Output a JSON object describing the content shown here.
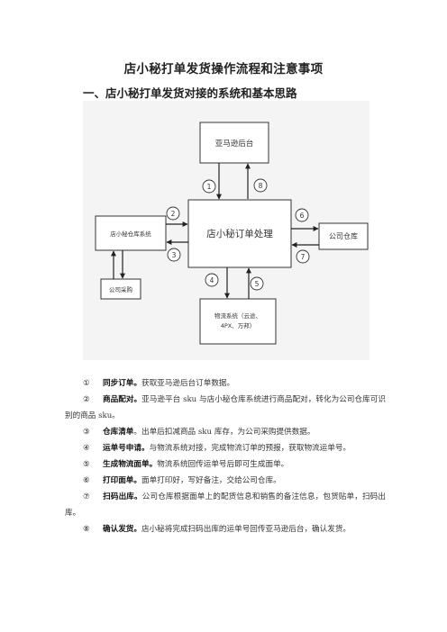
{
  "doc": {
    "title": "店小秘打单发货操作流程和注意事项",
    "section_heading": "一、店小秘打单发货对接的系统和基本思路"
  },
  "diagram": {
    "nodes": {
      "amazon": "亚马逊后台",
      "dxm": "店小秘订单处理",
      "warehouse_sys": "店小秘仓库系统",
      "company_warehouse": "公司仓库",
      "purchase": "公司采购",
      "logistics_line1": "物流系统（云途、",
      "logistics_line2": "4PX、万邦）"
    },
    "markers": [
      "1",
      "2",
      "3",
      "4",
      "5",
      "6",
      "7",
      "8"
    ]
  },
  "steps": [
    {
      "num": "①",
      "title": "同步订单。",
      "desc": "获取亚马逊后台订单数据。"
    },
    {
      "num": "②",
      "title": "商品配对。",
      "desc": "亚马逊平台 sku 与店小秘仓库系统进行商品配对，转化为公司仓库可识别的商品 sku。"
    },
    {
      "num": "③",
      "title": "仓库清单",
      "desc": "。出单后扣减商品 sku 库存，为公司采购提供数据。"
    },
    {
      "num": "④",
      "title": "运单号申请。",
      "desc": "与物流系统对接，完成物流订单的预报，获取物流运单号。"
    },
    {
      "num": "⑤",
      "title": "生成物流面单。",
      "desc": "物流系统回传运单号后即可生成面单。"
    },
    {
      "num": "⑥",
      "title": "打印面单。",
      "desc": "面单打印好，写好备注，交给公司仓库。"
    },
    {
      "num": "⑦",
      "title": "扫码出库。",
      "desc": "公司仓库根据面单上的配货信息和销售的备注信息，包货贴单，扫码出库。"
    },
    {
      "num": "⑧",
      "title": "确认发货。",
      "desc": "店小秘将完成扫码出库的运单号回传亚马逊后台，确认发货。"
    }
  ]
}
